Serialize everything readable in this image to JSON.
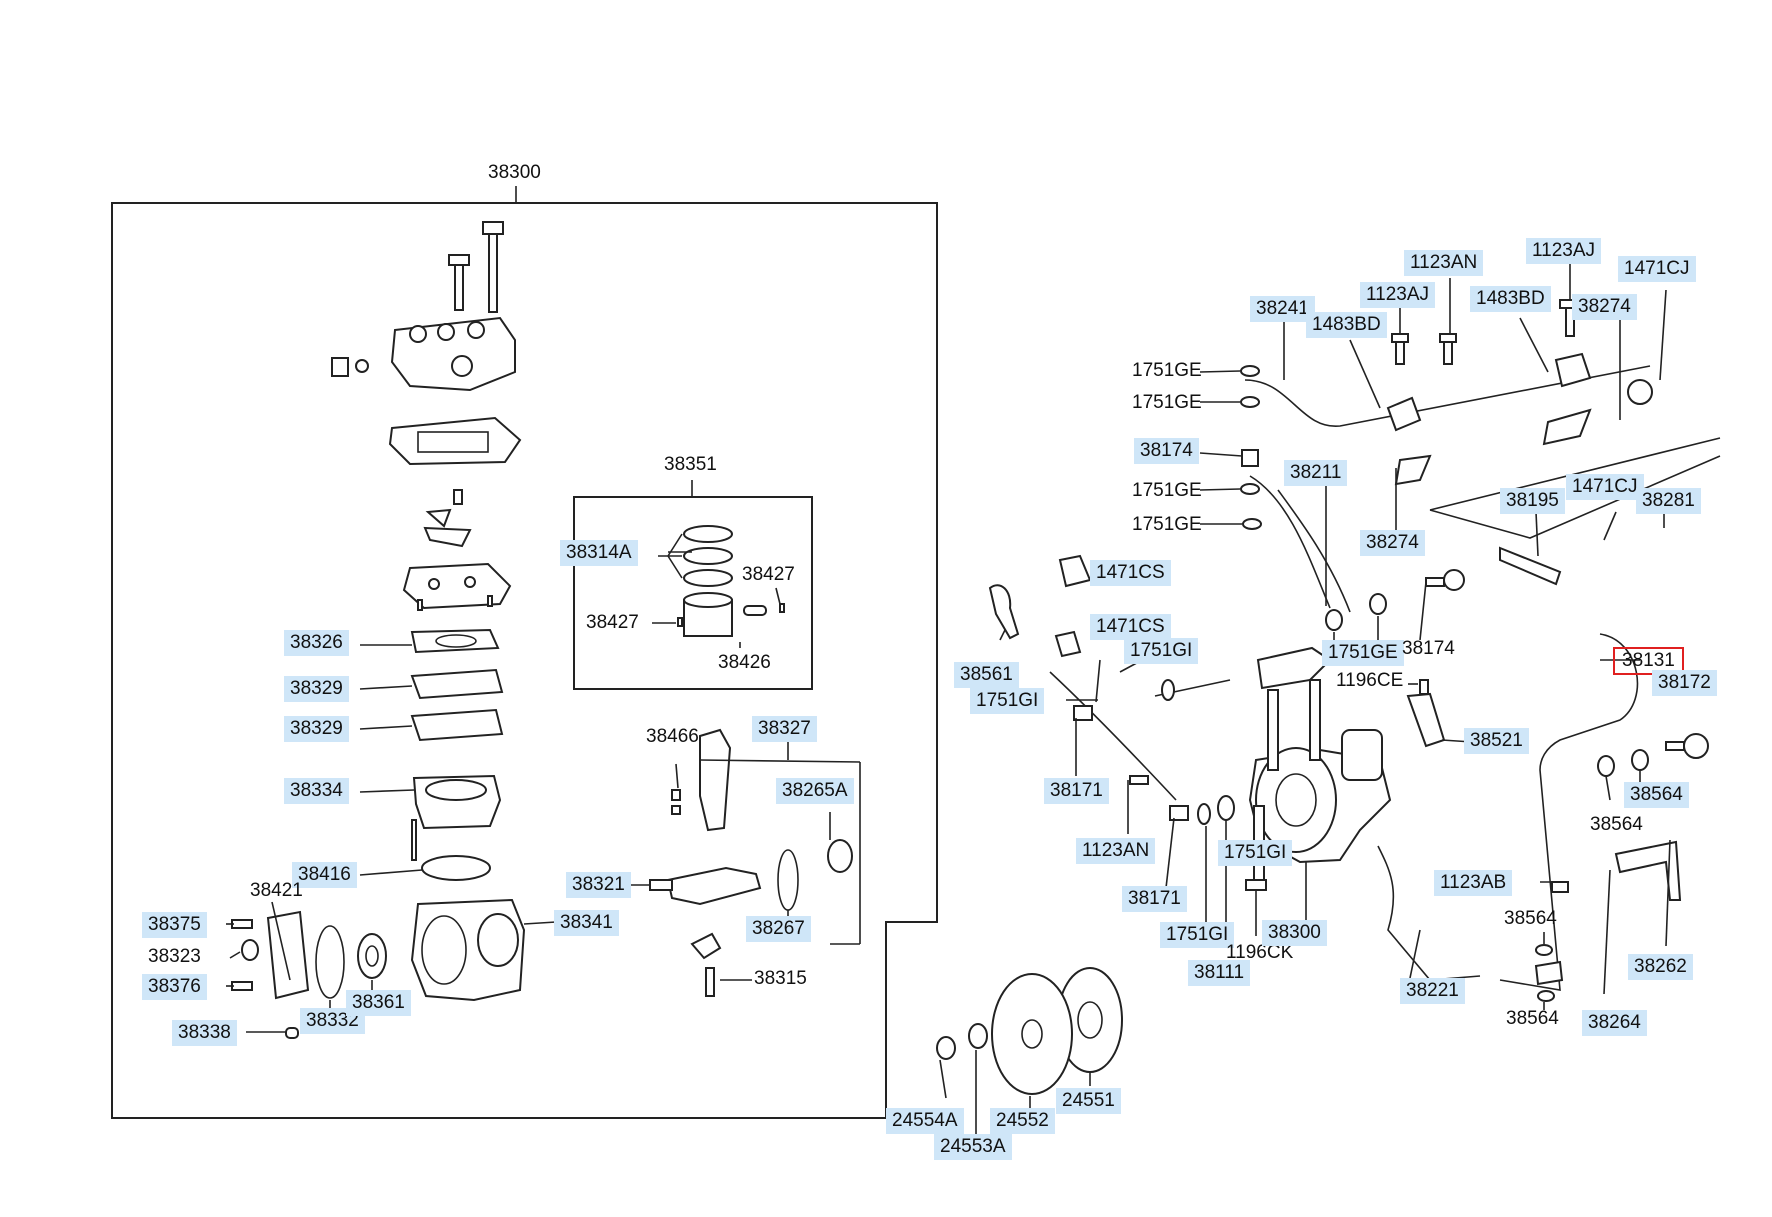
{
  "labels": {
    "38300_top": "38300",
    "38351": "38351",
    "38314A": "38314A",
    "38427_a": "38427",
    "38427_b": "38427",
    "38426": "38426",
    "38326": "38326",
    "38329_a": "38329",
    "38329_b": "38329",
    "38334": "38334",
    "38416": "38416",
    "38421": "38421",
    "38375": "38375",
    "38323": "38323",
    "38376": "38376",
    "38338": "38338",
    "38332": "38332",
    "38361": "38361",
    "38341": "38341",
    "38466": "38466",
    "38327": "38327",
    "38265A": "38265A",
    "38321": "38321",
    "38267": "38267",
    "38315": "38315",
    "24554A": "24554A",
    "24553A": "24553A",
    "24552": "24552",
    "24551": "24551",
    "38241": "38241",
    "1483BD_a": "1483BD",
    "1123AJ_a": "1123AJ",
    "1123AN_top": "1123AN",
    "1123AJ_b": "1123AJ",
    "1483BD_b": "1483BD",
    "38274_a": "38274",
    "1471CJ_a": "1471CJ",
    "1751GE_a": "1751GE",
    "1751GE_b": "1751GE",
    "38174_a": "38174",
    "1751GE_c": "1751GE",
    "1751GE_d": "1751GE",
    "38211": "38211",
    "38274_b": "38274",
    "38195": "38195",
    "1471CJ_b": "1471CJ",
    "38281": "38281",
    "1471CS_a": "1471CS",
    "1471CS_b": "1471CS",
    "1751GI_a": "1751GI",
    "38561": "38561",
    "1751GI_b": "1751GI",
    "1751GE_e": "1751GE",
    "38174_b": "38174",
    "1196CE": "1196CE",
    "38131": "38131",
    "38172": "38172",
    "38521": "38521",
    "38171_a": "38171",
    "1123AN_b": "1123AN",
    "1751GI_c": "1751GI",
    "38171_b": "38171",
    "1751GI_d": "1751GI",
    "38111": "38111",
    "1196CK": "1196CK",
    "38300_b": "38300",
    "38564_a": "38564",
    "38564_b": "38564",
    "1123AB": "1123AB",
    "38564_c": "38564",
    "38221": "38221",
    "38262": "38262",
    "38564_d": "38564",
    "38264": "38264"
  },
  "colors": {
    "highlight": "#cfe6f8",
    "selection": "#e02020",
    "line": "#222222"
  },
  "selected_part": "38131"
}
